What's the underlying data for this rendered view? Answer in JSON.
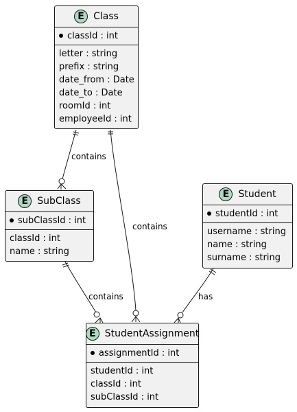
{
  "entities": {
    "class": {
      "badge": "E",
      "name": "Class",
      "pk": "classId : int",
      "attrs": [
        "letter : string",
        "prefix : string",
        "date_from : Date",
        "date_to : Date",
        "roomId : int",
        "employeeId : int"
      ]
    },
    "subclass": {
      "badge": "E",
      "name": "SubClass",
      "pk": "subClassId : int",
      "attrs": [
        "classId : int",
        "name : string"
      ]
    },
    "student": {
      "badge": "E",
      "name": "Student",
      "pk": "studentId : int",
      "attrs": [
        "username : string",
        "name : string",
        "surname : string"
      ]
    },
    "studentassignment": {
      "badge": "E",
      "name": "StudentAssignment",
      "pk": "assignmentId : int",
      "attrs": [
        "studentId : int",
        "classId : int",
        "subClassId : int"
      ]
    }
  },
  "relations": {
    "class_subclass": "contains",
    "class_assignment": "contains",
    "subclass_assignment": "contains",
    "student_assignment": "has"
  },
  "colors": {
    "entity_fill": "#f1f1f1",
    "border": "#181818",
    "badge_fill": "#a9dcc0"
  }
}
